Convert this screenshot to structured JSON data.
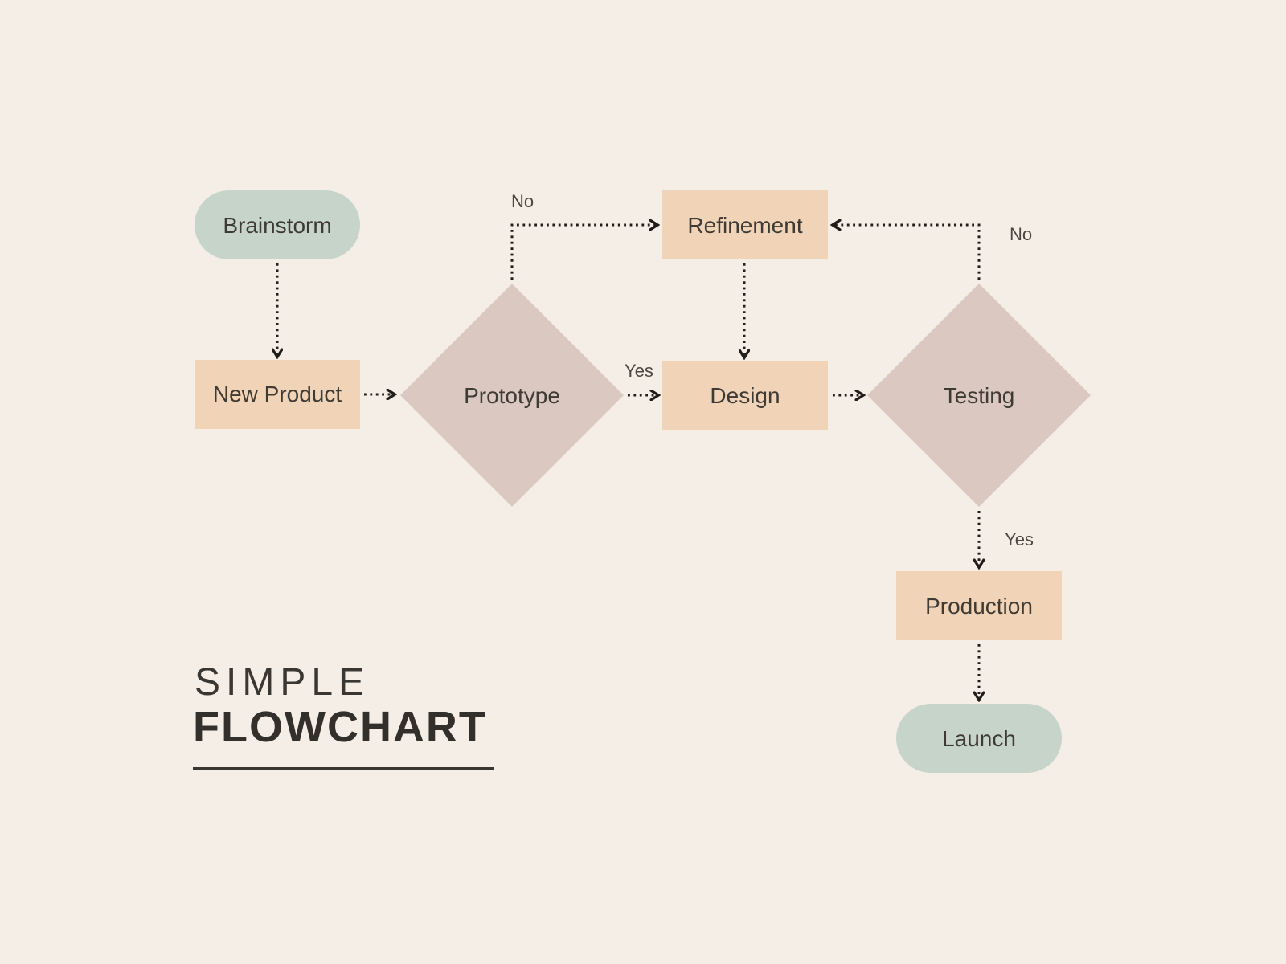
{
  "title": {
    "line1": "SIMPLE",
    "line2": "FLOWCHART"
  },
  "colors": {
    "background": "#f4eee6",
    "terminal_fill": "#c7d4c9",
    "process_fill": "#f1d3b8",
    "decision_fill": "#dbc8c1",
    "edge_line": "#201d18",
    "node_text": "#3e3a34",
    "edge_label_text": "#4b463f",
    "title_text": "#3a3733"
  },
  "nodes": {
    "brainstorm": {
      "label": "Brainstorm",
      "type": "terminal"
    },
    "new_product": {
      "label": "New Product",
      "type": "process"
    },
    "prototype": {
      "label": "Prototype",
      "type": "decision"
    },
    "refinement": {
      "label": "Refinement",
      "type": "process"
    },
    "design": {
      "label": "Design",
      "type": "process"
    },
    "testing": {
      "label": "Testing",
      "type": "decision"
    },
    "production": {
      "label": "Production",
      "type": "process"
    },
    "launch": {
      "label": "Launch",
      "type": "terminal"
    }
  },
  "edges": [
    {
      "from": "brainstorm",
      "to": "new_product",
      "label": ""
    },
    {
      "from": "new_product",
      "to": "prototype",
      "label": ""
    },
    {
      "from": "prototype",
      "to": "refinement",
      "label": "No"
    },
    {
      "from": "prototype",
      "to": "design",
      "label": "Yes"
    },
    {
      "from": "refinement",
      "to": "design",
      "label": ""
    },
    {
      "from": "design",
      "to": "testing",
      "label": ""
    },
    {
      "from": "testing",
      "to": "refinement",
      "label": "No"
    },
    {
      "from": "testing",
      "to": "production",
      "label": "Yes"
    },
    {
      "from": "production",
      "to": "launch",
      "label": ""
    }
  ]
}
